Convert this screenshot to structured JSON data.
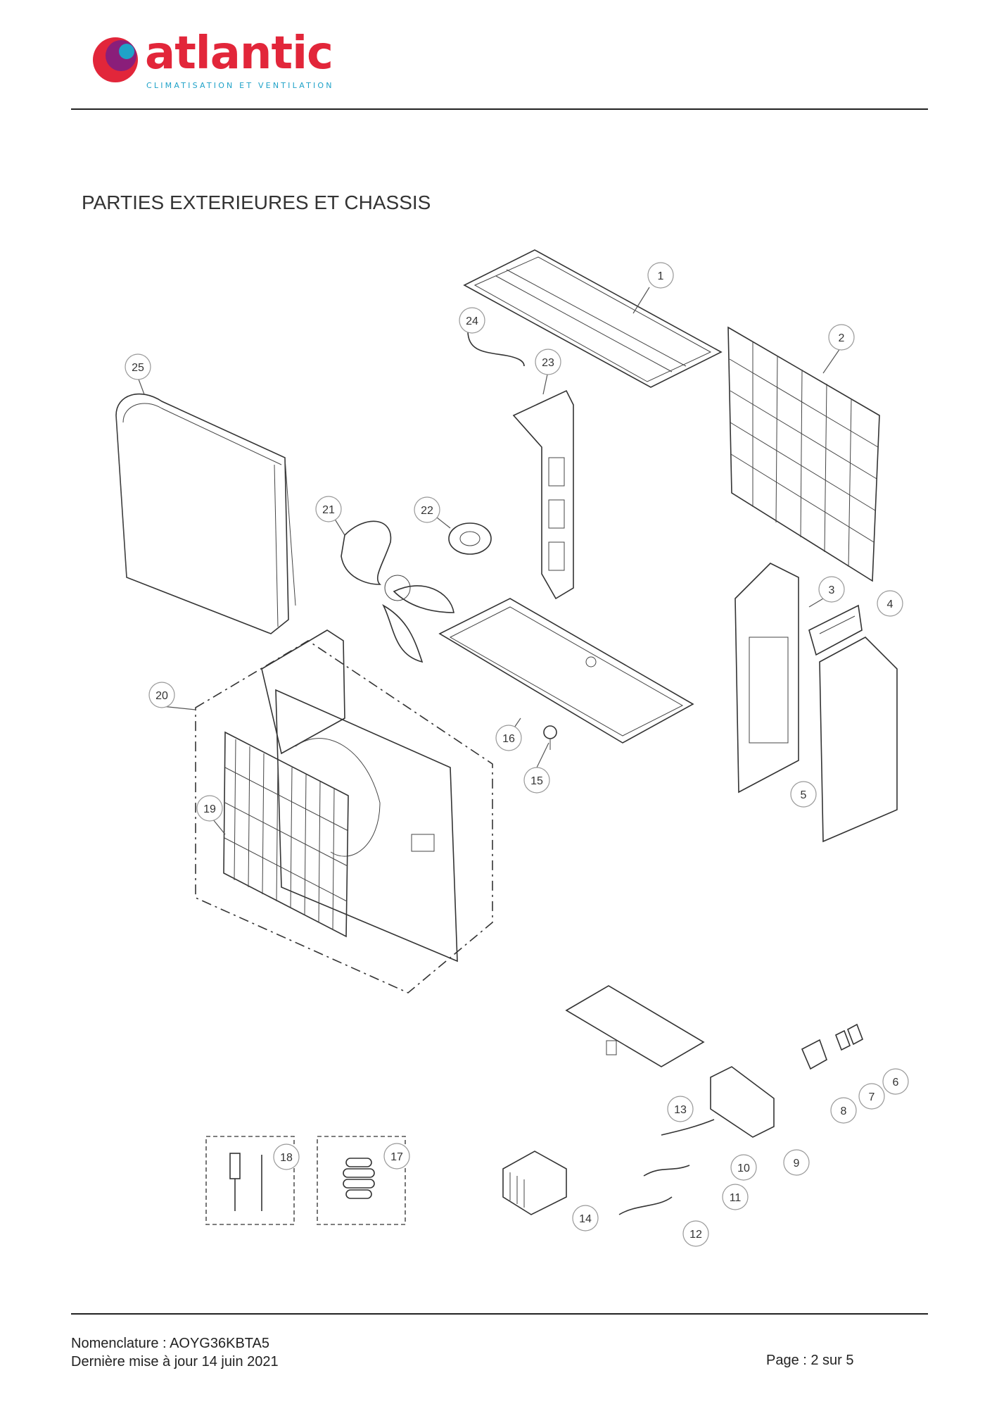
{
  "header": {
    "brand": "atlantic",
    "tagline": "CLIMATISATION ET VENTILATION",
    "logo_colors": [
      "#e2263a",
      "#8a1e7a",
      "#1fa2c8"
    ]
  },
  "section_title": "PARTIES EXTERIEURES ET CHASSIS",
  "callouts": {
    "c1": "1",
    "c2": "2",
    "c3": "3",
    "c4": "4",
    "c5": "5",
    "c6": "6",
    "c7": "7",
    "c8": "8",
    "c9": "9",
    "c10": "10",
    "c11": "11",
    "c12": "12",
    "c13": "13",
    "c14": "14",
    "c15": "15",
    "c16": "16",
    "c17": "17",
    "c18": "18",
    "c19": "19",
    "c20": "20",
    "c21": "21",
    "c22": "22",
    "c23": "23",
    "c24": "24",
    "c25": "25"
  },
  "footer": {
    "nomenclature": "Nomenclature : AOYG36KBTA5",
    "updated": "Dernière mise à jour 14 juin 2021",
    "page": "Page : 2 sur 5"
  }
}
